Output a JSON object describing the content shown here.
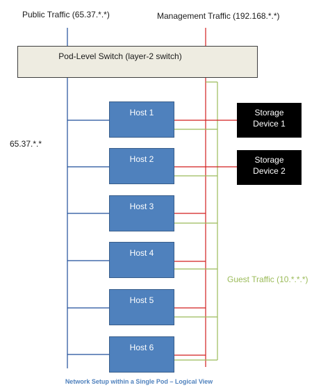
{
  "labels": {
    "public_traffic": "Public Traffic (65.37.*.*)",
    "management_traffic": "Management Traffic (192.168.*.*)",
    "public_subnet": "65.37.*.*",
    "guest_traffic": "Guest Traffic (10.*.*.*)",
    "caption": "Network Setup within a Single Pod – Logical View"
  },
  "switch": {
    "label": "Pod-Level Switch (layer-2 switch)"
  },
  "hosts": [
    "Host 1",
    "Host 2",
    "Host 3",
    "Host 4",
    "Host 5",
    "Host 6"
  ],
  "storage": [
    {
      "line1": "Storage",
      "line2": "Device 1"
    },
    {
      "line1": "Storage",
      "line2": "Device 2"
    }
  ],
  "colors": {
    "public": "#1f4e9a",
    "management": "#d21f1f",
    "guest": "#9bbb59",
    "host_fill": "#4f81bd",
    "switch_fill": "#eeece1",
    "storage_fill": "#000000"
  }
}
